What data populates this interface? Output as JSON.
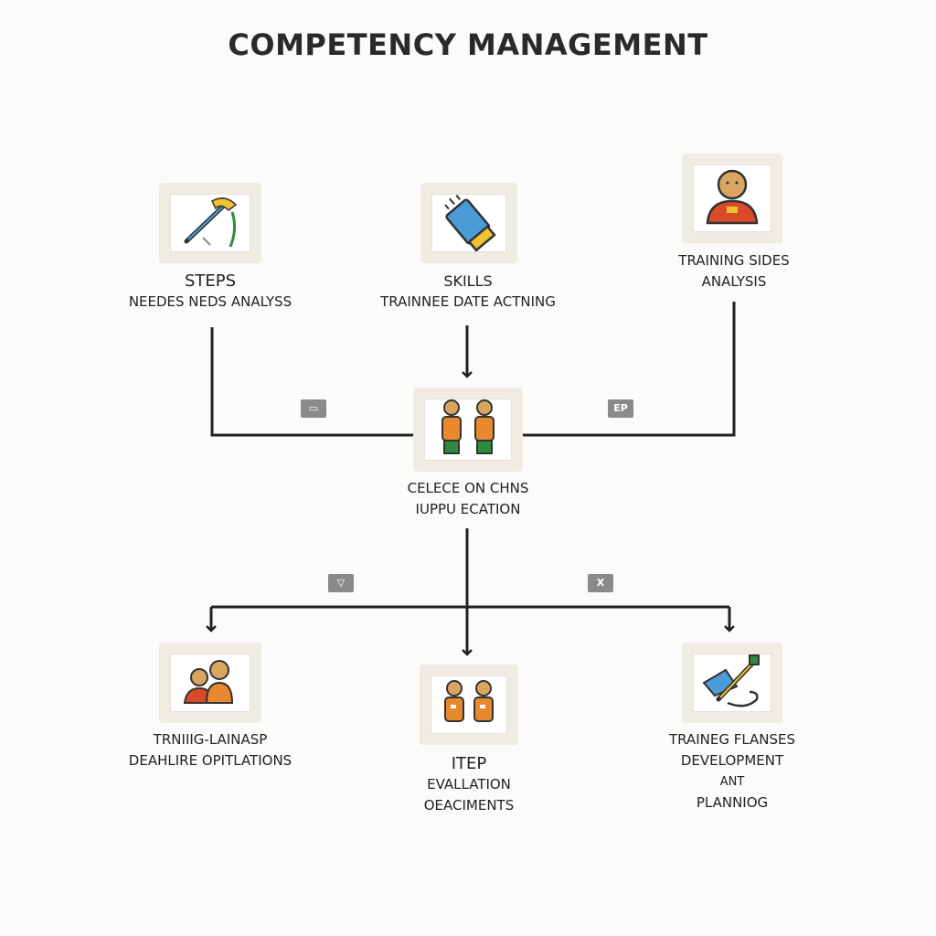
{
  "page": {
    "title": "COMPETENCY MANAGEMENT"
  },
  "nodes": {
    "steps": {
      "heading": "STEPS",
      "line2": "NEEDES NEDS ANALYSS",
      "icon": "tools-icon"
    },
    "skills": {
      "heading": "SKILLS",
      "line2": "TRAINNEE DATE ACTNING",
      "icon": "marker-icon"
    },
    "training_sides": {
      "line1": "TRAINING SIDES",
      "line2": "ANALYSIS",
      "icon": "person-icon"
    },
    "center": {
      "line1": "CELECE ON CHNS",
      "line2": "IUPPU ECATION",
      "icon": "two-people-icon"
    },
    "bottom_left": {
      "line1": "TRNIIIG-LAINASP",
      "line2": "DEAHLIRE OPITLATIONS",
      "icon": "team-icon"
    },
    "bottom_center": {
      "heading": "ITEP",
      "line2": "EVALLATION",
      "line3": "OEACIMENTS",
      "icon": "two-people-icon"
    },
    "bottom_right": {
      "line1": "TRAINEG FLANSES",
      "line2": "DEVELOPMENT",
      "line3": "ANT",
      "line4": "PLANNIOG",
      "icon": "tools-icon"
    }
  },
  "badges": {
    "left_mid": "▭",
    "right_mid": "EP",
    "left_low": "▽",
    "right_low": "X"
  },
  "colors": {
    "line": "#222222",
    "accent_orange": "#e8892e",
    "accent_green": "#2e8b3f",
    "accent_blue": "#4a9bd6",
    "accent_yellow": "#f2c12e",
    "accent_red": "#d94a2b"
  }
}
